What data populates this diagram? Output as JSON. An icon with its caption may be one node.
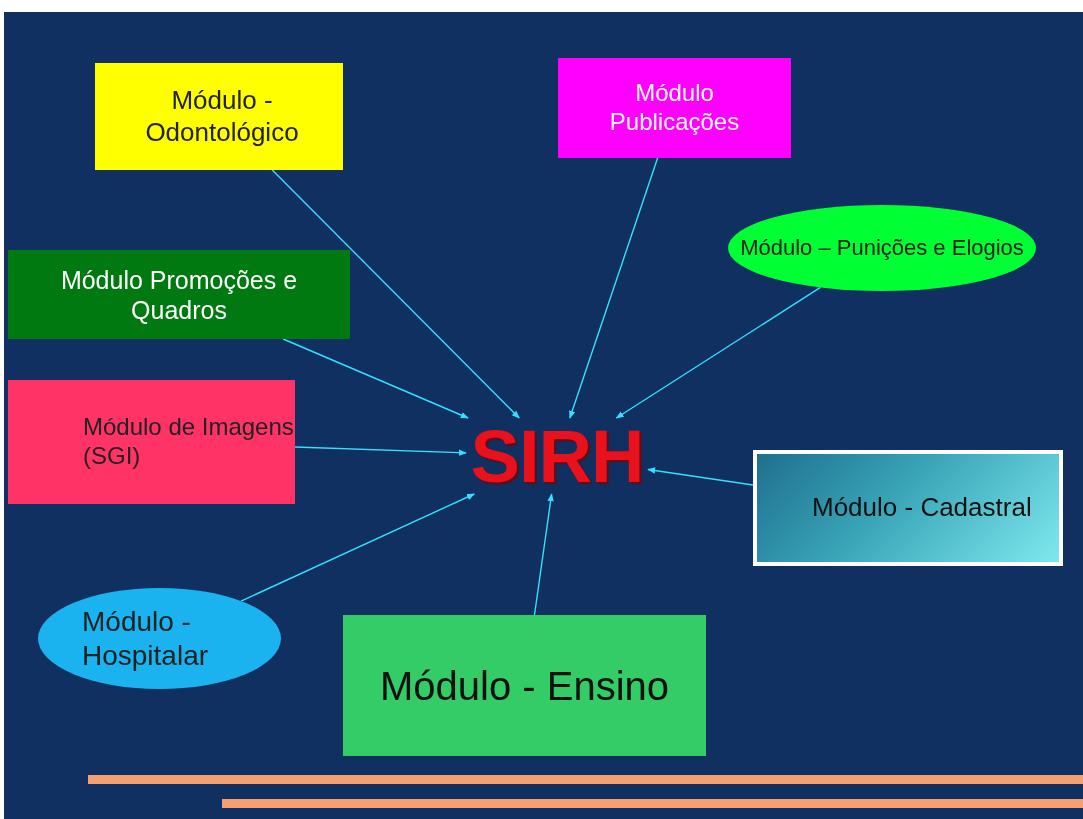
{
  "diagram": {
    "nodes": [
      {
        "text": [
          "SIRH"
        ]
      },
      {
        "text": [
          "Módulo - Odontológico"
        ]
      },
      {
        "text": [
          "Módulo Publicações"
        ]
      },
      {
        "text": [
          "Módulo – Punições e Elogios"
        ]
      },
      {
        "text": [
          "Módulo Promoções e Quadros"
        ]
      },
      {
        "text": [
          "Módulo de Imagens (SGI)"
        ]
      },
      {
        "text": [
          "Módulo - Cadastral"
        ]
      },
      {
        "text": [
          "Módulo - Hospitalar"
        ]
      },
      {
        "text": [
          "Módulo - Ensino"
        ]
      }
    ],
    "edges": [
      {
        "from": 1,
        "to": 0,
        "arrow": "to"
      },
      {
        "from": 2,
        "to": 0,
        "arrow": "to"
      },
      {
        "from": 3,
        "to": 0,
        "arrow": "to"
      },
      {
        "from": 4,
        "to": 0,
        "arrow": "to"
      },
      {
        "from": 5,
        "to": 0,
        "arrow": "to"
      },
      {
        "from": 6,
        "to": 0,
        "arrow": "to"
      },
      {
        "from": 7,
        "to": 0,
        "arrow": "to"
      },
      {
        "from": 8,
        "to": 0,
        "arrow": "to"
      }
    ]
  }
}
